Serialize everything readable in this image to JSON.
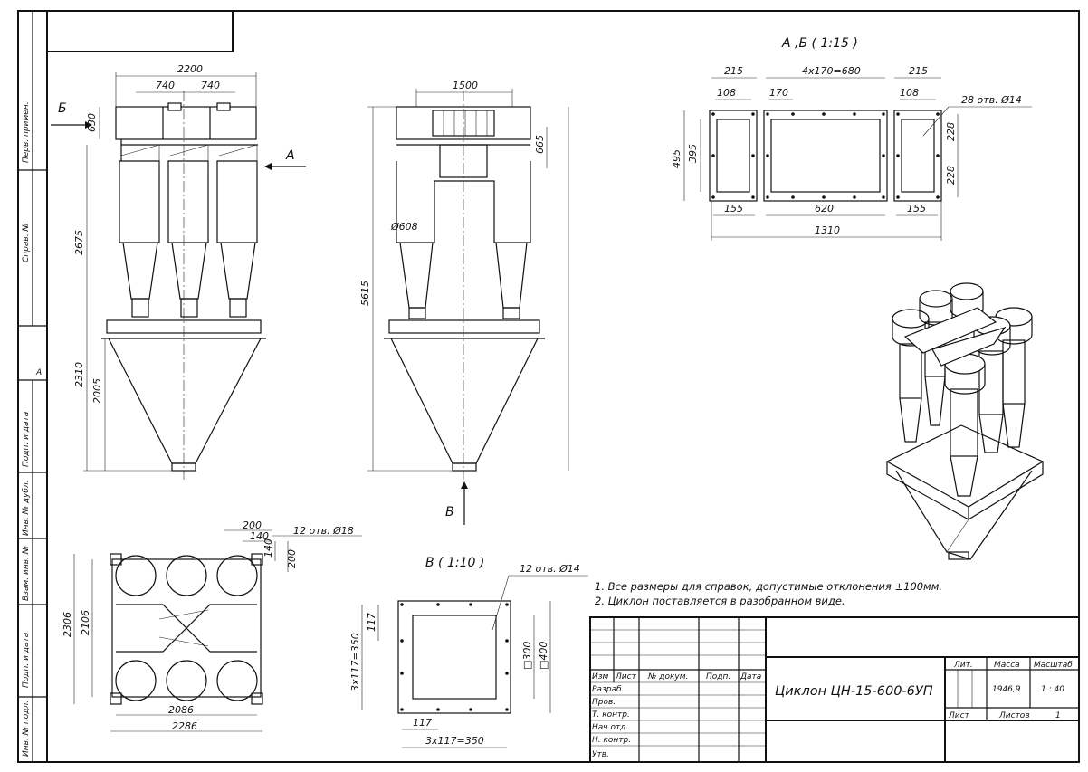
{
  "side_stamp": {
    "perv_primen": "Перв. примен.",
    "sprav_no": "Справ. №",
    "podp_data_1": "Подп. и дата",
    "inv_dubl": "Инв. № дубл.",
    "vzam_inv": "Взам. инв. №",
    "podp_data_2": "Подп. и дата",
    "inv_podl": "Инв. № подл.",
    "marker": "А"
  },
  "front_view": {
    "dim_total_width": "2200",
    "dim_spacing_1": "740",
    "dim_spacing_2": "740",
    "dim_inlet_height": "630",
    "dim_body_height": "2675",
    "dim_hopper_height_1": "2310",
    "dim_hopper_height_2": "2005",
    "label_b": "Б",
    "label_a": "А"
  },
  "side_view": {
    "dim_top_width": "1500",
    "dim_outlet_height": "665",
    "dim_total_height": "5615",
    "dim_diameter": "Ø608",
    "label_v": "В"
  },
  "flange_view": {
    "title": "А ,Б ( 1:15 )",
    "dim_215_left": "215",
    "dim_680": "4x170=680",
    "dim_215_right": "215",
    "dim_108_left": "108",
    "dim_170": "170",
    "dim_108_right": "108",
    "holes": "28 отв. Ø14",
    "dim_495": "495",
    "dim_395": "395",
    "dim_228_top": "228",
    "dim_228_bottom": "228",
    "dim_155_left": "155",
    "dim_620": "620",
    "dim_155_right": "155",
    "dim_1310": "1310"
  },
  "plan_view": {
    "dim_200": "200",
    "dim_140_h": "140",
    "dim_140_v": "140",
    "dim_200_v": "200",
    "holes": "12 отв. Ø18",
    "dim_2306": "2306",
    "dim_2106": "2106",
    "dim_2086": "2086",
    "dim_2286": "2286"
  },
  "outlet_view": {
    "title": "В ( 1:10 )",
    "holes": "12 отв. Ø14",
    "dim_117_v": "117",
    "dim_350_v": "3x117=350",
    "dim_300": "□300",
    "dim_400": "□400",
    "dim_117_h": "117",
    "dim_350_h": "3x117=350"
  },
  "notes": [
    "1. Все размеры для справок, допустимые отклонения ±100мм.",
    "2. Циклон поставляется в разобранном виде."
  ],
  "title_block": {
    "izm": "Изм",
    "list": "Лист",
    "doc_no": "№ докум.",
    "podp": "Подп.",
    "data": "Дата",
    "razrab": "Разраб.",
    "prov": "Пров.",
    "t_kontr": "Т. контр.",
    "nach_otd": "Нач.отд.",
    "n_kontr": "Н. контр.",
    "utv": "Утв.",
    "title": "Циклон ЦН-15-600-6УП",
    "lit": "Лит.",
    "massa": "Масса",
    "masshtab": "Масштаб",
    "massa_val": "1946,9",
    "scale_val": "1 : 40",
    "sheet": "Лист",
    "sheets": "Листов",
    "sheets_val": "1"
  }
}
